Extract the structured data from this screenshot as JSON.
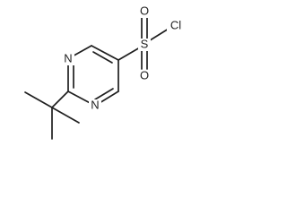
{
  "molecule": {
    "atoms": {
      "n_upper": "N",
      "n_lower": "N",
      "sulfur": "S",
      "oxygen_upper": "O",
      "oxygen_lower": "O",
      "chlorine": "Cl"
    }
  }
}
